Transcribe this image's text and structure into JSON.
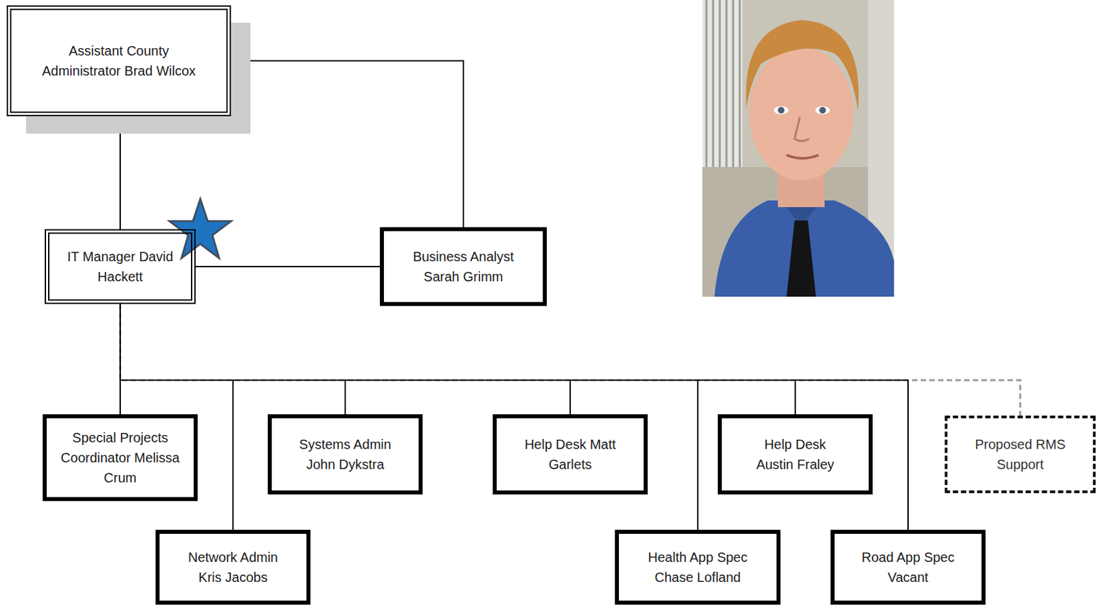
{
  "diagram": {
    "nodes": [
      {
        "text": [
          "Assistant County Administrator Brad Wilcox"
        ]
      },
      {
        "text": [
          "IT Manager David Hackett"
        ]
      },
      {
        "text": [
          "Business Analyst Sarah Grimm"
        ]
      },
      {
        "text": [
          "Special Projects Coordinator Melissa Crum"
        ]
      },
      {
        "text": [
          "Systems Admin John Dykstra"
        ]
      },
      {
        "text": [
          "Help Desk Matt Garlets"
        ]
      },
      {
        "text": [
          "Help Desk Austin Fraley"
        ]
      },
      {
        "text": [
          "Proposed RMS Support"
        ]
      },
      {
        "text": [
          "Network Admin Kris Jacobs"
        ]
      },
      {
        "text": [
          "Health App Spec Chase Lofland"
        ]
      },
      {
        "text": [
          "Road App Spec Vacant"
        ]
      }
    ],
    "edges": [
      {
        "from": 0,
        "to": 1,
        "arrow": "none"
      },
      {
        "from": 0,
        "to": 2,
        "arrow": "none"
      },
      {
        "from": 1,
        "to": 2,
        "arrow": "none"
      },
      {
        "from": 1,
        "to": 3,
        "arrow": "none"
      },
      {
        "from": 1,
        "to": 4,
        "arrow": "none"
      },
      {
        "from": 1,
        "to": 5,
        "arrow": "none"
      },
      {
        "from": 1,
        "to": 6,
        "arrow": "none"
      },
      {
        "from": 1,
        "to": 7,
        "arrow": "none"
      },
      {
        "from": 1,
        "to": 8,
        "arrow": "none"
      },
      {
        "from": 1,
        "to": 9,
        "arrow": "none"
      },
      {
        "from": 1,
        "to": 10,
        "arrow": "none"
      }
    ]
  }
}
